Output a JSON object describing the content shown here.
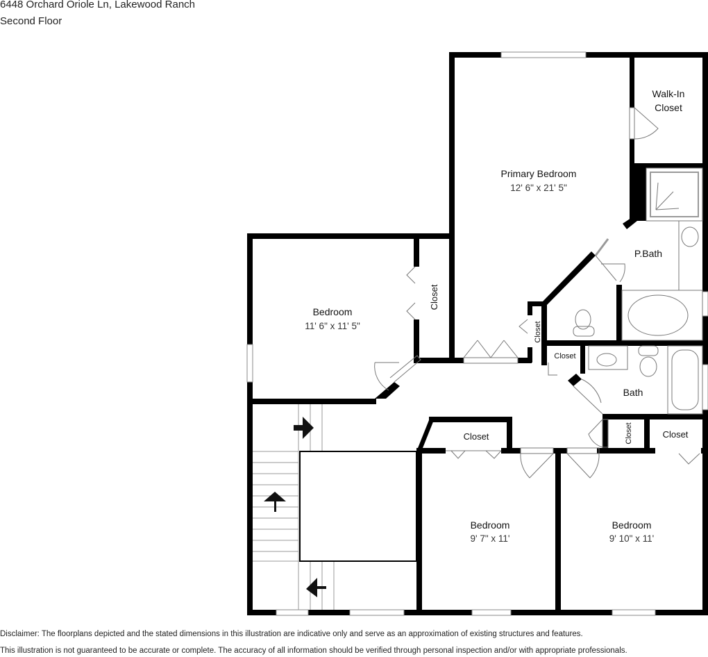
{
  "header": {
    "address": "6448 Orchard Oriole Ln, Lakewood Ranch",
    "floor": "Second Floor"
  },
  "rooms": [
    {
      "id": "primary-bedroom",
      "name": "Primary Bedroom",
      "dimensions": "12' 6\" x 21' 5\""
    },
    {
      "id": "walk-in-closet",
      "name_line1": "Walk-In",
      "name_line2": "Closet"
    },
    {
      "id": "primary-bath",
      "name": "P.Bath"
    },
    {
      "id": "bedroom-1",
      "name": "Bedroom",
      "dimensions": "11' 6\" x 11' 5\""
    },
    {
      "id": "bedroom-1-closet",
      "name": "Closet"
    },
    {
      "id": "hall-closet-vertical",
      "name": "Closet"
    },
    {
      "id": "hall-closet",
      "name": "Closet"
    },
    {
      "id": "bath",
      "name": "Bath"
    },
    {
      "id": "bedroom-2-closet",
      "name": "Closet"
    },
    {
      "id": "bedroom-2",
      "name": "Bedroom",
      "dimensions": "9' 7\" x 11'"
    },
    {
      "id": "linen-closet",
      "name": "Closet"
    },
    {
      "id": "bedroom-3-closet",
      "name": "Closet"
    },
    {
      "id": "bedroom-3",
      "name": "Bedroom",
      "dimensions": "9' 10\" x 11'"
    }
  ],
  "disclaimer": {
    "line1": "Disclaimer: The floorplans depicted and the stated dimensions in this illustration are indicative only and serve as an approximation of existing structures and features.",
    "line2": "This illustration is not guaranteed to be accurate or complete. The accuracy of all information should be verified through personal inspection and/or with appropriate professionals."
  }
}
